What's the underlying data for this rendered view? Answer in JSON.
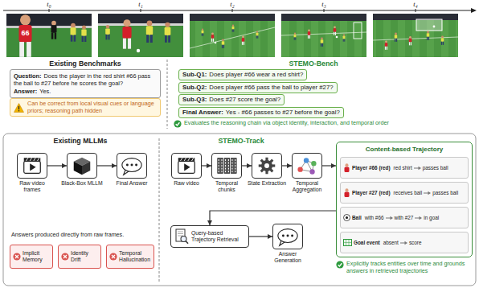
{
  "diagram": {
    "nodes": [
      {
        "text": [
          "Question:",
          "Does the player in the red shirt #66 pass the ball to #27 before he scores the goal?",
          "Answer:",
          "Yes."
        ]
      },
      {
        "text": [
          "Can be correct from local visual cues or language priors; reasoning path hidden"
        ]
      },
      {
        "text": [
          "Sub-Q1:",
          "Does player #66 wear a red shirt?"
        ]
      },
      {
        "text": [
          "Sub-Q2:",
          "Does player #66 pass the ball to player #27?"
        ]
      },
      {
        "text": [
          "Sub-Q3:",
          "Does #27 score the goal?"
        ]
      },
      {
        "text": [
          "Final Answer:",
          "Yes - #66 passes to #27 before the goal?"
        ]
      },
      {
        "text": [
          "Raw video frames"
        ]
      },
      {
        "text": [
          "Black-Box MLLM"
        ]
      },
      {
        "text": [
          "Final Answer"
        ]
      },
      {
        "text": [
          "Implicit Memory"
        ]
      },
      {
        "text": [
          "Identity Drift"
        ]
      },
      {
        "text": [
          "Temporal Hallucination"
        ]
      },
      {
        "text": [
          "Raw video"
        ]
      },
      {
        "text": [
          "Temporal chunks"
        ]
      },
      {
        "text": [
          "State Extraction"
        ]
      },
      {
        "text": [
          "Temporal Aggregation"
        ]
      },
      {
        "text": [
          "Content-based Trajectory"
        ]
      },
      {
        "text": [
          "Player #66 (red)",
          "red shirt",
          "passes ball"
        ],
        "in": 16
      },
      {
        "text": [
          "Player #27 (red)",
          "receives ball",
          "passes ball"
        ],
        "in": 16
      },
      {
        "text": [
          "Ball",
          "with #66",
          "with #27",
          "in goal"
        ],
        "in": 16
      },
      {
        "text": [
          "Goal event",
          "absent",
          "score"
        ],
        "in": 16
      },
      {
        "text": [
          "Query-based Trajectory Retrieval"
        ]
      },
      {
        "text": [
          "Answer Generation"
        ]
      }
    ],
    "edges": [
      {
        "from": 6,
        "to": 7,
        "arrow": "to"
      },
      {
        "from": 7,
        "to": 8,
        "arrow": "to"
      },
      {
        "from": 12,
        "to": 13,
        "arrow": "to"
      },
      {
        "from": 13,
        "to": 14,
        "arrow": "to"
      },
      {
        "from": 14,
        "to": 15,
        "arrow": "to"
      },
      {
        "from": 15,
        "to": 16,
        "arrow": "to"
      },
      {
        "from": 16,
        "to": 21,
        "arrow": "to"
      },
      {
        "from": 21,
        "to": 22,
        "arrow": "to"
      }
    ],
    "labels": [
      "t₀",
      "t₁",
      "t₂",
      "t₃",
      "t₄",
      "66",
      "Existing Benchmarks",
      "STEMO-Bench",
      "Evaluates the reasoning chain via object identity, interaction, and temporal order",
      "Existing MLLMs",
      "STEMO-Track",
      "Answers produced directly from raw frames.",
      "Explicitly tracks entities over time and grounds answers in retrieved trajectories"
    ]
  }
}
